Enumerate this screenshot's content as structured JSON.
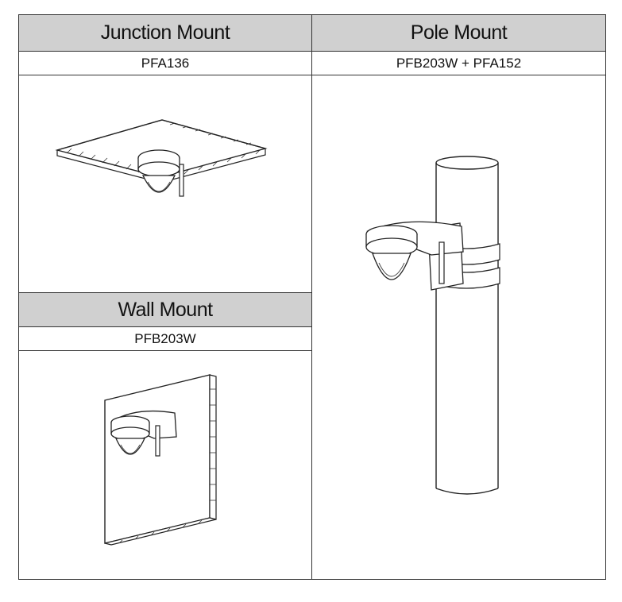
{
  "junction": {
    "title": "Junction Mount",
    "model": "PFA136",
    "illustration": "ceiling-junction-mount-camera"
  },
  "pole": {
    "title": "Pole Mount",
    "model": "PFB203W + PFA152",
    "illustration": "pole-mount-camera"
  },
  "wall": {
    "title": "Wall Mount",
    "model": "PFB203W",
    "illustration": "wall-mount-camera"
  }
}
